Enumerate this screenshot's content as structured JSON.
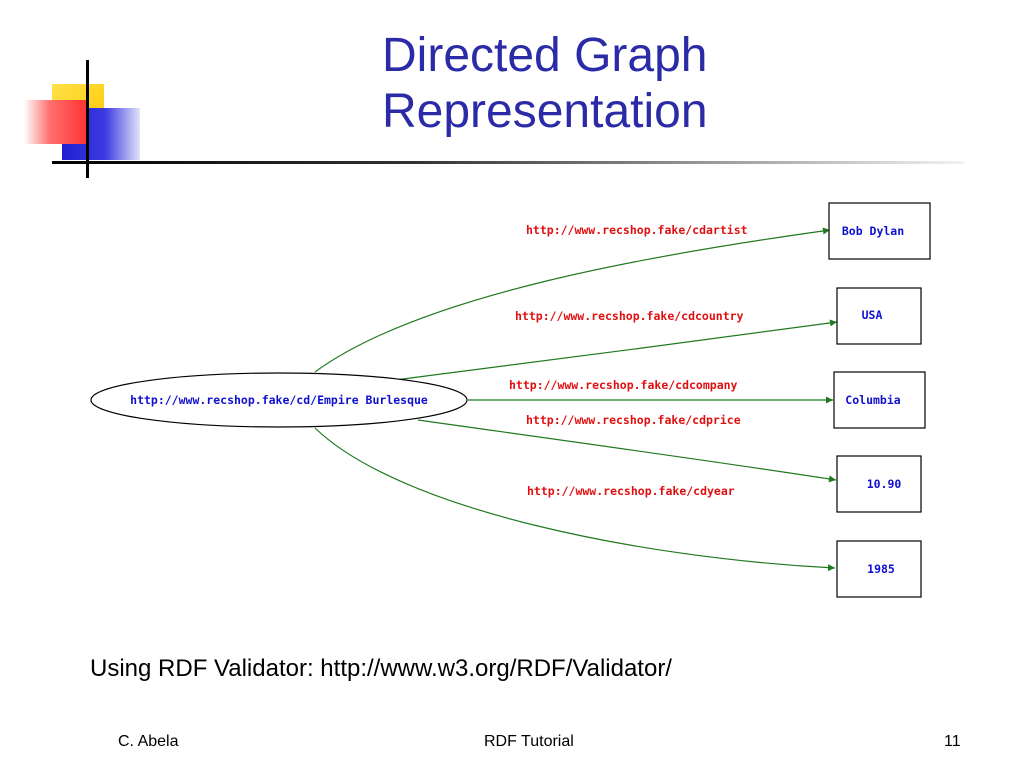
{
  "slide": {
    "title_lines": [
      "Directed Graph",
      "Representation"
    ],
    "caption": "Using RDF Validator: http://www.w3.org/RDF/Validator/",
    "footer": {
      "author": "C. Abela",
      "center": "RDF Tutorial",
      "page": "11"
    }
  },
  "graph": {
    "subject": "http://www.recshop.fake/cd/Empire Burlesque",
    "edges": [
      {
        "predicate": "http://www.recshop.fake/cdartist",
        "object": "Bob Dylan"
      },
      {
        "predicate": "http://www.recshop.fake/cdcountry",
        "object": "USA"
      },
      {
        "predicate": "http://www.recshop.fake/cdcompany",
        "object": "Columbia"
      },
      {
        "predicate": "http://www.recshop.fake/cdprice",
        "object": "10.90"
      },
      {
        "predicate": "http://www.recshop.fake/cdyear",
        "object": "1985"
      }
    ]
  },
  "colors": {
    "title": "#2b2ba8",
    "edge_line": "#1f7a1f",
    "predicate_text": "#e01010",
    "node_text": "#1010d0",
    "logo_yellow": "#ffd21a",
    "logo_red": "#ff4040",
    "logo_blue": "#2020d0"
  }
}
